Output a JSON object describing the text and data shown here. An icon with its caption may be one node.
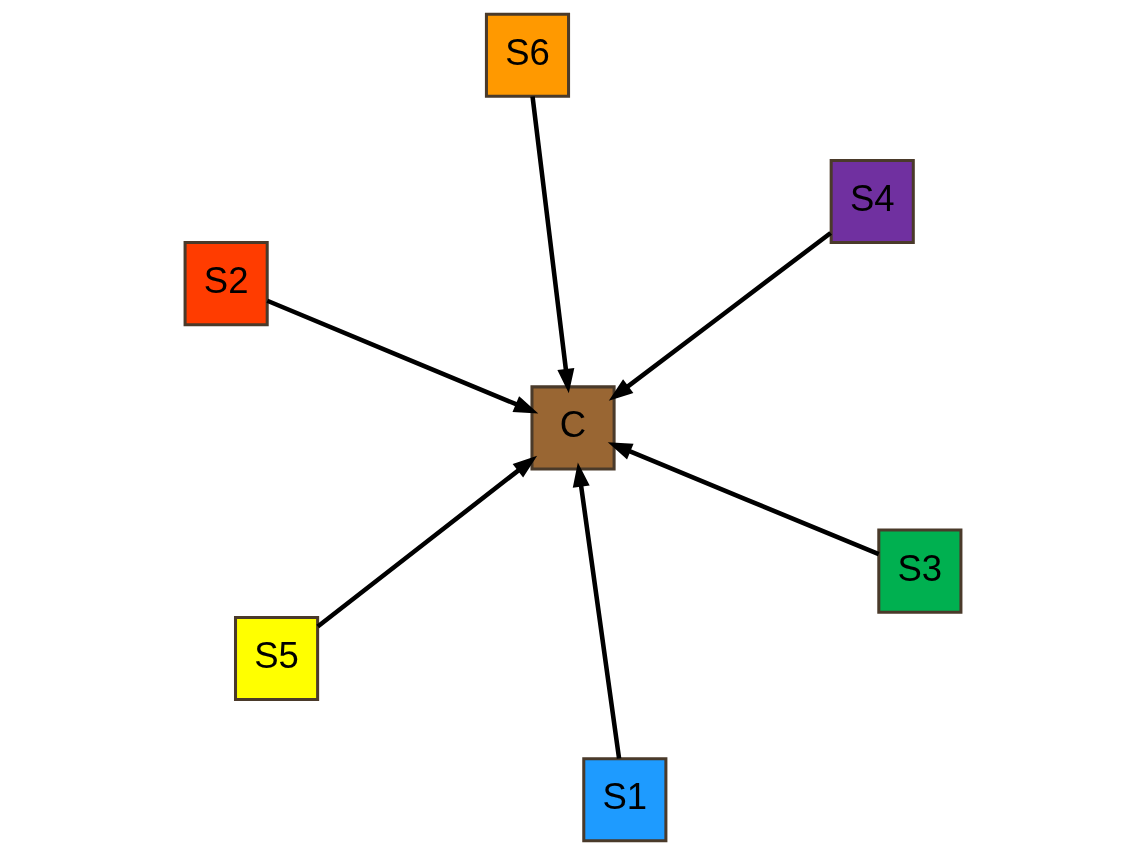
{
  "diagram": {
    "nodes": [
      {
        "text": [
          "S2"
        ]
      },
      {
        "text": [
          "S3"
        ]
      },
      {
        "text": [
          "S1"
        ]
      },
      {
        "text": [
          "C"
        ]
      },
      {
        "text": [
          "S4"
        ]
      },
      {
        "text": [
          "S6"
        ]
      },
      {
        "text": [
          "S5"
        ]
      }
    ],
    "edges": [
      {
        "from": 2,
        "to": 3,
        "arrow": "to"
      },
      {
        "from": 0,
        "to": 3,
        "arrow": "to"
      },
      {
        "from": 1,
        "to": 3,
        "arrow": "to"
      },
      {
        "from": 4,
        "to": 3,
        "arrow": "to"
      },
      {
        "from": 6,
        "to": 3,
        "arrow": "to"
      },
      {
        "from": 5,
        "to": 3,
        "arrow": "to"
      }
    ]
  }
}
